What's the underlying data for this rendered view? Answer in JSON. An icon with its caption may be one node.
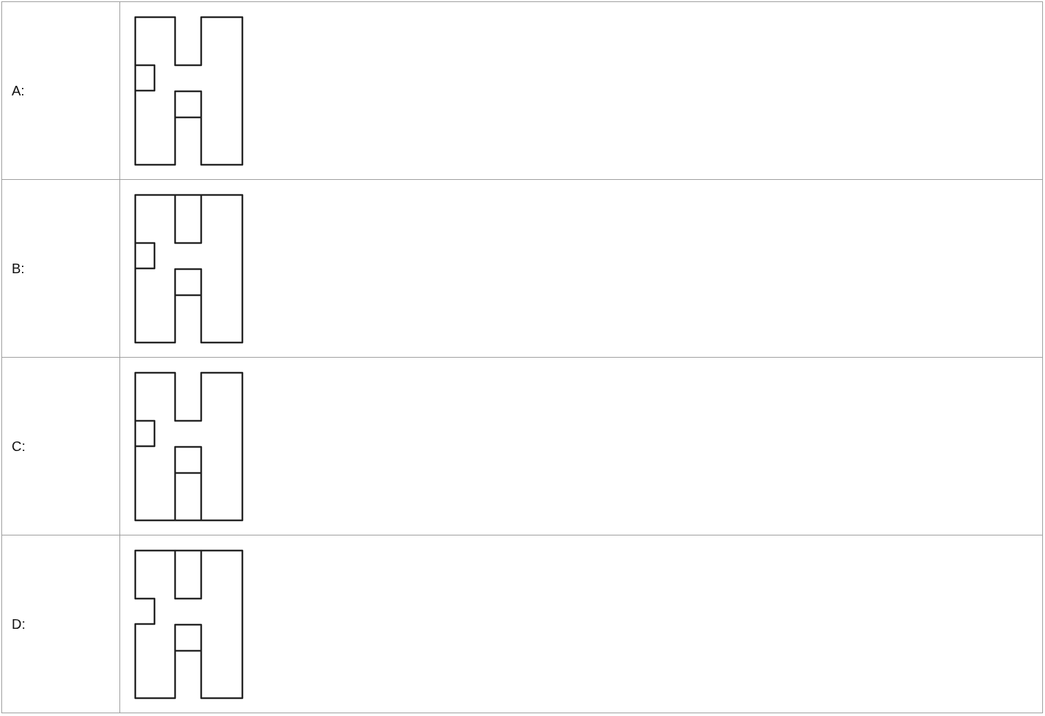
{
  "diagram": {
    "labels": [
      "A:",
      "B:",
      "C:",
      "D:"
    ]
  }
}
